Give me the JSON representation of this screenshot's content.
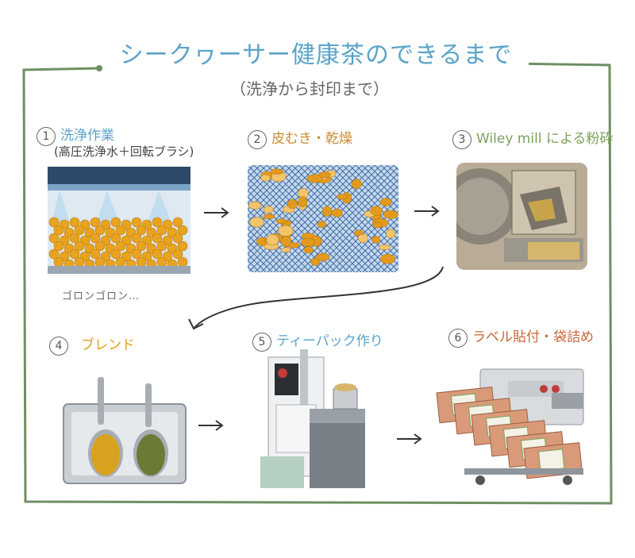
{
  "title": "シークヮーサー健康茶のできるまで",
  "subtitle": "（洗浄から封印まで）",
  "steps": [
    {
      "num": "1",
      "label": "洗浄作業",
      "sub": "(高圧洗浄水＋回転ブラシ)",
      "color": "#5aa3c9",
      "note": "ゴロンゴロン…"
    },
    {
      "num": "2",
      "label": "皮むき・乾燥",
      "color": "#c98a2f"
    },
    {
      "num": "3",
      "label": "Wiley mill による粉砕",
      "color": "#7aa35a"
    },
    {
      "num": "4",
      "label": "ブレンド",
      "color": "#d9a21e"
    },
    {
      "num": "5",
      "label": "ティーパック作り",
      "color": "#5aa3c9"
    },
    {
      "num": "6",
      "label": "ラベル貼付・袋詰め",
      "color": "#c9653a"
    }
  ],
  "colors": {
    "frame": "#6f8f62",
    "citrus": "#e8a420",
    "mesh": "#3c6fa8",
    "green_powder": "#6b7a35"
  }
}
